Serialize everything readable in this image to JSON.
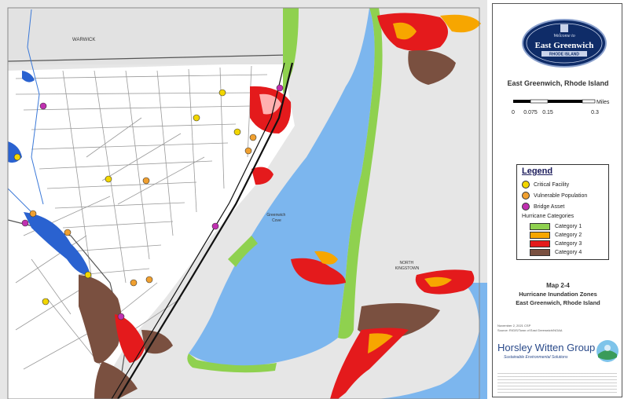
{
  "map": {
    "labels": {
      "warwick": "WARWICK",
      "greenwich_cove": "Greenwich\nCove",
      "north_kingstown": "NORTH\nKINGSTOWN"
    },
    "colors": {
      "water": "#7cb6ee",
      "land": "#e6e6e6",
      "category1": "#8fd14f",
      "category2": "#f7a600",
      "category3": "#e41a1c",
      "category4": "#7a5040",
      "critical": "#f2d600",
      "vulnerable": "#f0a030",
      "bridge": "#c030b0"
    }
  },
  "panel": {
    "badge": {
      "top": "Welcome to",
      "main": "East Greenwich",
      "bottom": "RHODE ISLAND"
    },
    "location_title": "East Greenwich, Rhode Island",
    "scale": {
      "unit": "Miles",
      "ticks": [
        "0",
        "0.075",
        "0.15",
        "0.3"
      ]
    },
    "legend": {
      "title": "Legend",
      "items": [
        {
          "label": "Critical Facility",
          "icon": "critical-facility-icon"
        },
        {
          "label": "Vulnerable Population",
          "icon": "vulnerable-population-icon"
        },
        {
          "label": "Bridge Asset",
          "icon": "bridge-asset-icon"
        }
      ],
      "categories_title": "Hurricane Categories",
      "categories": [
        {
          "label": "Category 1",
          "color": "#8fd14f"
        },
        {
          "label": "Category 2",
          "color": "#f7a600"
        },
        {
          "label": "Category 3",
          "color": "#e41a1c"
        },
        {
          "label": "Category 4",
          "color": "#7a5040"
        }
      ]
    },
    "map_number": "Map 2-4",
    "map_title_1": "Hurricane Inundation Zones",
    "map_title_2": "East Greenwich, Rhode Island",
    "credits_date": "November 2, 2021 CSP",
    "credits_source": "Source: RIGIS/Town of East Greenwich/NOAA",
    "company_name": "Horsley Witten Group",
    "company_tagline": "Sustainable Environmental Solutions"
  }
}
